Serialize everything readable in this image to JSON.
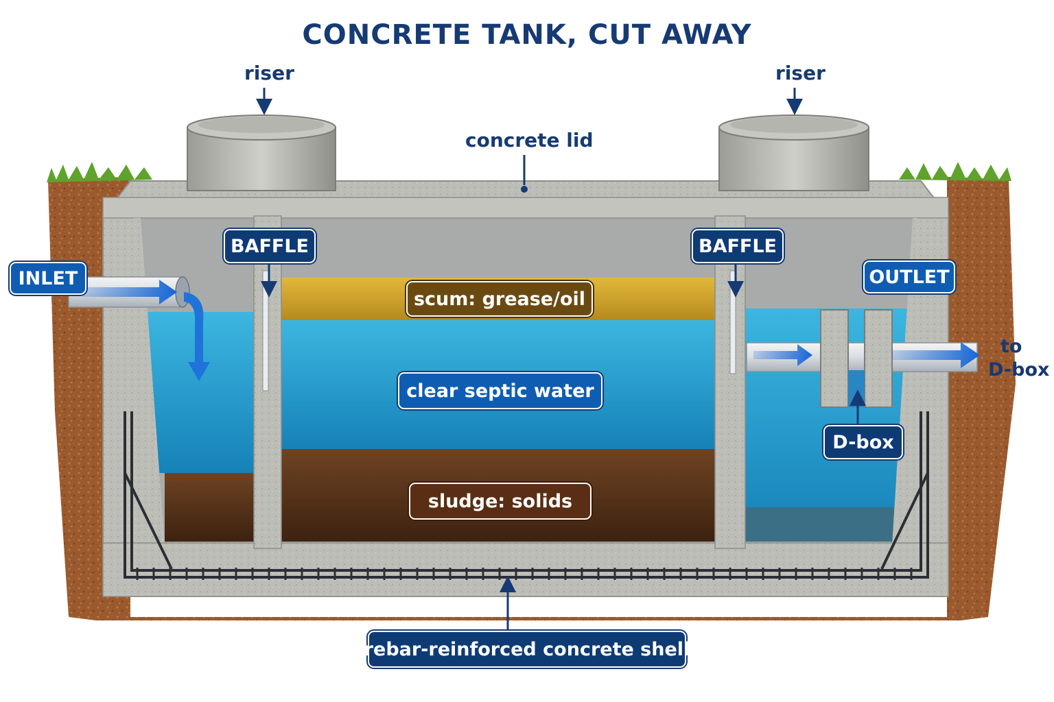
{
  "title": "CONCRETE TANK, CUT AWAY",
  "labels": {
    "riser_left": "riser",
    "riser_right": "riser",
    "concrete_lid": "concrete lid",
    "inlet": "INLET",
    "outlet": "OUTLET",
    "baffle_left": "BAFFLE",
    "baffle_right": "BAFFLE",
    "scum": "scum: grease/oil",
    "clear_water": "clear septic water",
    "sludge": "sludge: solids",
    "dbox": "D-box",
    "to_dbox_line1": "to",
    "to_dbox_line2": "D-box",
    "shell": "rebar-reinforced concrete shell"
  },
  "colors": {
    "label_navy": "#0f3b75",
    "label_blue": "#0e5db3",
    "water": "#1f9fd0",
    "scum": "#d7a92e",
    "sludge": "#5b3518",
    "concrete": "#b9b9b4",
    "soil": "#9a5a2e",
    "grass": "#5fa22c",
    "flow_arrow": "#1566d6"
  }
}
